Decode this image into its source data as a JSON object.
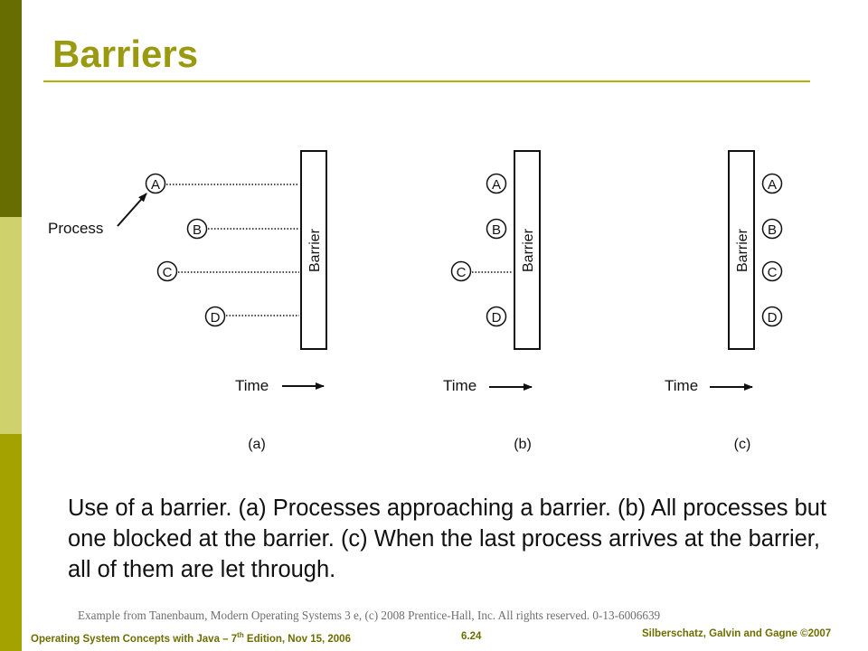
{
  "slide": {
    "title": "Barriers",
    "caption": "Use of a barrier. (a) Processes approaching a barrier. (b) All processes but one blocked at the barrier. (c) When the last process arrives at the barrier, all of them are let through.",
    "credit": "Example from Tanenbaum, Modern Operating Systems 3 e, (c) 2008 Prentice-Hall, Inc. All rights reserved. 0-13-6006639",
    "footer_left_pre": "Operating System Concepts  with Java – 7",
    "footer_left_sup": "th",
    "footer_left_post": " Edition, Nov 15, 2006",
    "footer_center": "6.24",
    "footer_right": "Silberschatz, Galvin and Gagne ©2007"
  },
  "diagram": {
    "process_label": "Process",
    "barrier_label": "Barrier",
    "time_label": "Time",
    "panel_a_label": "(a)",
    "panel_b_label": "(b)",
    "panel_c_label": "(c)",
    "process_a": "A",
    "process_b": "B",
    "process_c": "C",
    "process_d": "D"
  }
}
